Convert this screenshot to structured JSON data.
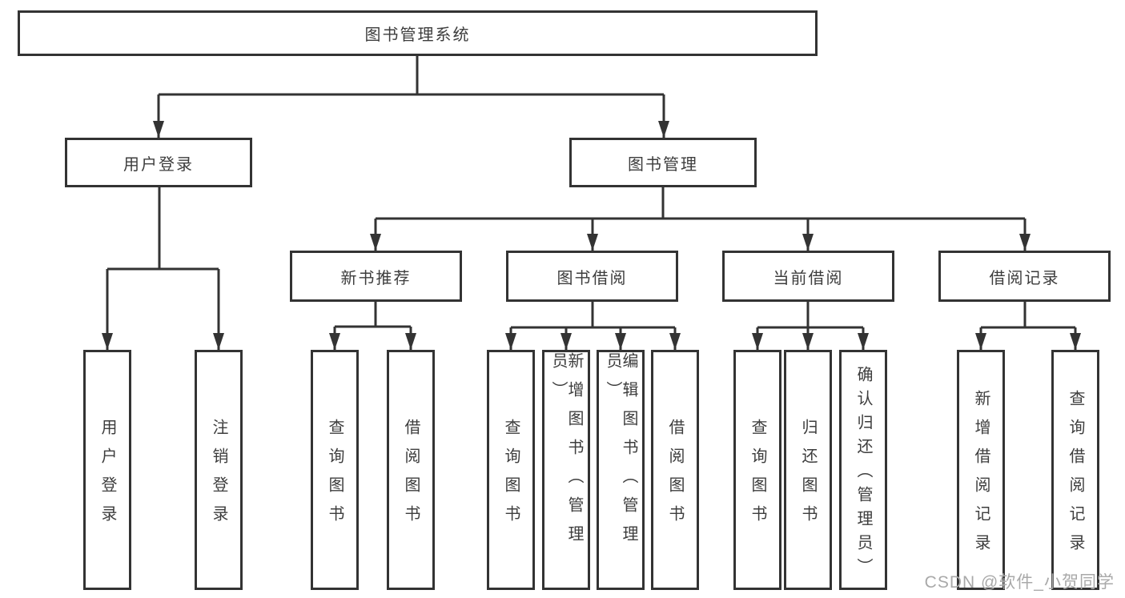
{
  "diagram": {
    "root": "图书管理系统",
    "level2": [
      {
        "label": "用户登录",
        "children": [
          "用户登录",
          "注销登录"
        ]
      },
      {
        "label": "图书管理",
        "children": [
          {
            "label": "新书推荐",
            "children": [
              "查询图书",
              "借阅图书"
            ]
          },
          {
            "label": "图书借阅",
            "children": [
              "查询图书",
              "新增图书（管理员）",
              "编辑图书（管理员）",
              "借阅图书"
            ]
          },
          {
            "label": "当前借阅",
            "children": [
              "查询图书",
              "归还图书",
              "确认归还（管理员）"
            ]
          },
          {
            "label": "借阅记录",
            "children": [
              "新增借阅记录",
              "查询借阅记录"
            ]
          }
        ]
      }
    ]
  },
  "watermark": "CSDN @软件_小贺同学",
  "colors": {
    "line": "#333333",
    "text": "#3d3d3d",
    "box_background": "#ffffff",
    "watermark": "#a9a9a9",
    "page_background": "#ffffff"
  }
}
